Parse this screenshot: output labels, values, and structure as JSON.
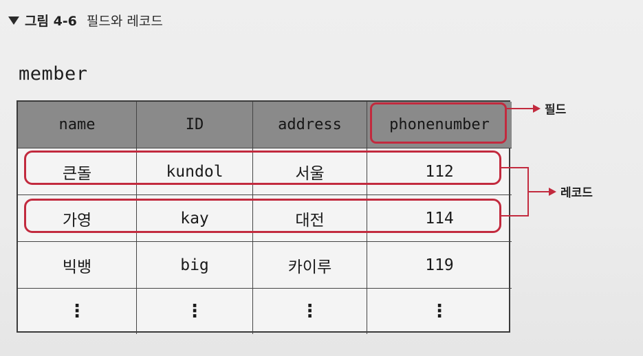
{
  "caption": {
    "label": "그림 4-6",
    "title": "필드와 레코드"
  },
  "table": {
    "name": "member",
    "columns": [
      "name",
      "ID",
      "address",
      "phonenumber"
    ],
    "rows": [
      [
        "큰돌",
        "kundol",
        "서울",
        "112"
      ],
      [
        "가영",
        "kay",
        "대전",
        "114"
      ],
      [
        "빅뱅",
        "big",
        "카이루",
        "119"
      ],
      [
        "⋮",
        "⋮",
        "⋮",
        "⋮"
      ]
    ]
  },
  "annotations": {
    "field_label": "필드",
    "record_label": "레코드"
  },
  "colors": {
    "highlight": "#c22a3e",
    "header_bg": "#8a8a8a"
  }
}
